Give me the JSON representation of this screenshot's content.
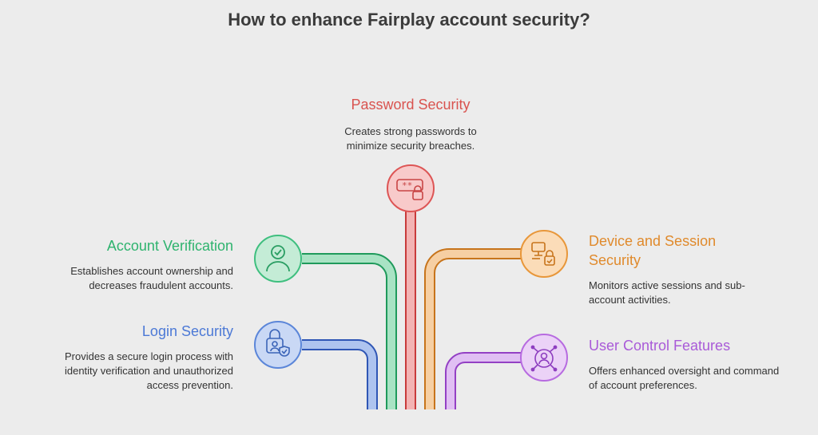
{
  "title": "How to enhance Fairplay account security?",
  "items": {
    "password_security": {
      "label": "Password Security",
      "description": "Creates strong passwords to minimize security breaches.",
      "color": "#e06666",
      "icon": "password-lock-icon"
    },
    "account_verification": {
      "label": "Account Verification",
      "description": "Establishes account ownership and decreases fraudulent accounts.",
      "color": "#3fbf7f",
      "icon": "user-check-icon"
    },
    "login_security": {
      "label": "Login Security",
      "description": "Provides a secure login process with identity verification and unauthorized access prevention.",
      "color": "#5b86d9",
      "icon": "id-lock-shield-icon"
    },
    "device_session_security": {
      "label": "Device and Session Security",
      "description": "Monitors active sessions and sub-account activities.",
      "color": "#e8973a",
      "icon": "devices-lock-icon"
    },
    "user_control_features": {
      "label": "User Control Features",
      "description": "Offers enhanced oversight and command of account preferences.",
      "color": "#b76be0",
      "icon": "user-network-icon"
    }
  }
}
